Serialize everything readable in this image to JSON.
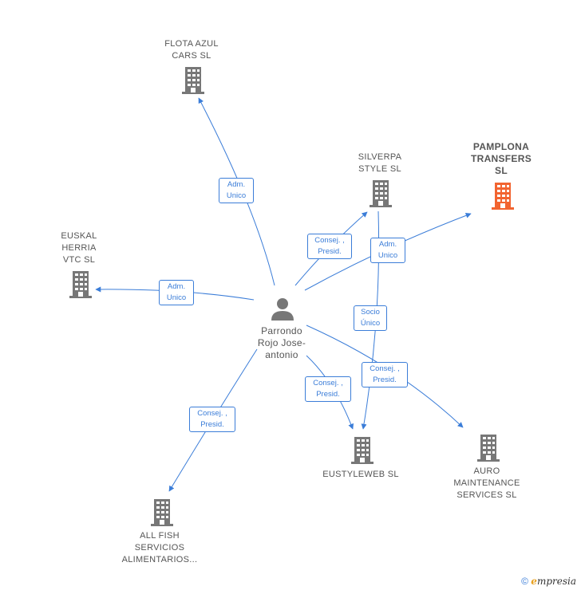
{
  "person": {
    "name": [
      "Parrondo",
      "Rojo Jose-",
      "antonio"
    ]
  },
  "companies": {
    "flota": {
      "lines": [
        "FLOTA AZUL",
        "CARS  SL"
      ]
    },
    "silverpa": {
      "lines": [
        "SILVERPA",
        "STYLE  SL"
      ]
    },
    "pamplona": {
      "lines": [
        "PAMPLONA",
        "TRANSFERS",
        "SL"
      ]
    },
    "euskal": {
      "lines": [
        "EUSKAL",
        "HERRIA",
        "VTC  SL"
      ]
    },
    "eustyle": {
      "lines": [
        "EUSTYLEWEB SL"
      ]
    },
    "auro": {
      "lines": [
        "AURO",
        "MAINTENANCE",
        "SERVICES  SL"
      ]
    },
    "allfish": {
      "lines": [
        "ALL FISH",
        "SERVICIOS",
        "ALIMENTARIOS..."
      ]
    }
  },
  "edges": {
    "flota": [
      "Adm.",
      "Unico"
    ],
    "silverpa": [
      "Consej. ,",
      "Presid."
    ],
    "pamplona": [
      "Adm.",
      "Unico"
    ],
    "socio": [
      "Socio",
      "Único"
    ],
    "euskal": [
      "Adm.",
      "Unico"
    ],
    "eustyle": [
      "Consej. ,",
      "Presid."
    ],
    "auro": [
      "Consej. ,",
      "Presid."
    ],
    "allfish": [
      "Consej. ,",
      "Presid."
    ]
  },
  "colors": {
    "edge": "#3b7dd8",
    "building": "#777777",
    "highlight": "#f26430",
    "person": "#777777"
  },
  "footer": {
    "copyright": "©",
    "brand_e": "e",
    "brand_rest": "mpresia"
  }
}
